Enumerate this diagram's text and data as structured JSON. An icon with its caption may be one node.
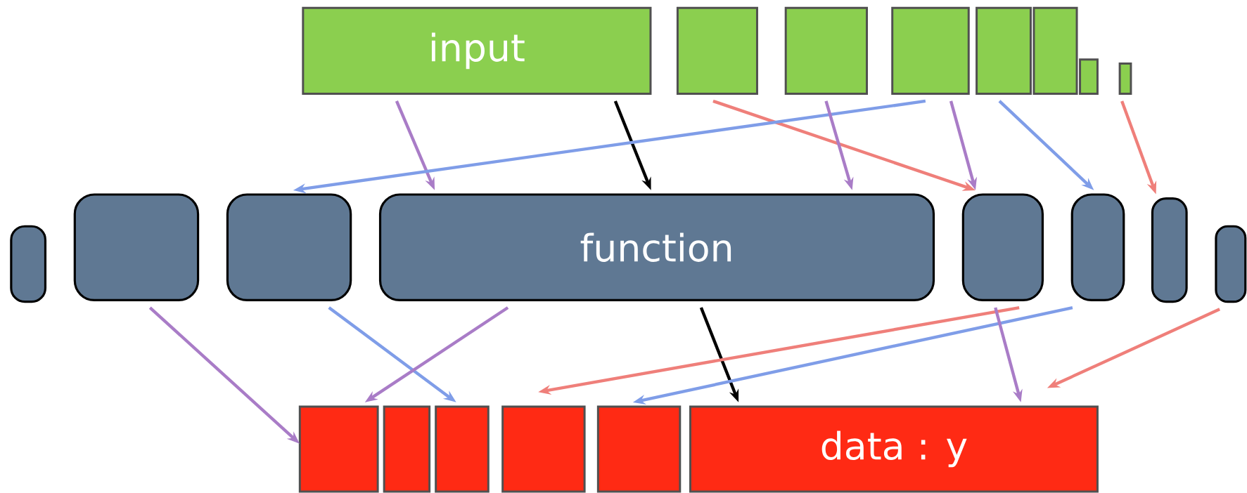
{
  "diagram": {
    "nodes": [
      {
        "text": [
          "input"
        ]
      },
      {
        "text": [],
        "shape": "box"
      },
      {
        "text": [],
        "shape": "box"
      },
      {
        "text": [],
        "shape": "box"
      },
      {
        "text": [],
        "shape": "box"
      },
      {
        "text": [],
        "shape": "box"
      },
      {
        "text": [],
        "shape": "box"
      },
      {
        "text": [],
        "shape": "box"
      },
      {
        "text": [],
        "shape": "box"
      },
      {
        "text": [],
        "shape": "box"
      },
      {
        "text": [],
        "shape": "box"
      },
      {
        "text": [
          "function"
        ]
      },
      {
        "text": [],
        "shape": "box"
      },
      {
        "text": [],
        "shape": "box"
      },
      {
        "text": [],
        "shape": "box"
      },
      {
        "text": [],
        "shape": "box"
      },
      {
        "text": [],
        "shape": "box"
      },
      {
        "text": [],
        "shape": "box"
      },
      {
        "text": [],
        "shape": "box"
      },
      {
        "text": [],
        "shape": "box"
      },
      {
        "text": [],
        "shape": "box"
      },
      {
        "text": [
          "data : y"
        ]
      }
    ],
    "edges": [
      {
        "from": 0,
        "to": 11,
        "arrow": "to"
      },
      {
        "from": 0,
        "to": 11,
        "arrow": "to",
        "color": "#000000"
      },
      {
        "from": 1,
        "to": 12,
        "arrow": "to",
        "color": "#ef7f7a"
      },
      {
        "from": 3,
        "to": 10,
        "arrow": "to",
        "color": "#7f9de8"
      },
      {
        "from": 2,
        "to": 11,
        "arrow": "to"
      },
      {
        "from": 3,
        "to": 12,
        "arrow": "to"
      },
      {
        "from": 4,
        "to": 13,
        "arrow": "to",
        "color": "#7f9de8"
      },
      {
        "from": 7,
        "to": 14,
        "arrow": "to",
        "color": "#ef7f7a"
      },
      {
        "from": 9,
        "to": 16,
        "arrow": "to"
      },
      {
        "from": 10,
        "to": 18,
        "arrow": "to",
        "color": "#7f9de8"
      },
      {
        "from": 11,
        "to": 16,
        "arrow": "to"
      },
      {
        "from": 11,
        "to": 21,
        "arrow": "to",
        "color": "#000000"
      },
      {
        "from": 12,
        "to": 19,
        "arrow": "to",
        "color": "#ef7f7a"
      },
      {
        "from": 13,
        "to": 20,
        "arrow": "to",
        "color": "#7f9de8"
      },
      {
        "from": 12,
        "to": 21,
        "arrow": "to"
      },
      {
        "from": 15,
        "to": 21,
        "arrow": "to",
        "color": "#ef7f7a"
      }
    ]
  }
}
